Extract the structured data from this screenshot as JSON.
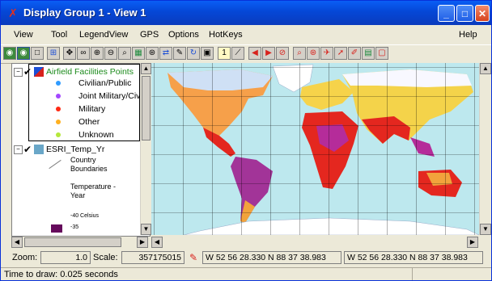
{
  "window": {
    "title": "Display Group 1 - View 1",
    "buttons": {
      "minimize": "_",
      "maximize": "□",
      "close": "✕"
    }
  },
  "menu": [
    "View",
    "Tool",
    "LegendView",
    "GPS",
    "Options",
    "HotKeys"
  ],
  "help": "Help",
  "legend": {
    "layer1_name": "Airfield Facilities Points",
    "layer1_items": [
      {
        "label": "Civilian/Public",
        "color": "#2f9bff"
      },
      {
        "label": "Joint Military/Civilian",
        "color": "#a347ff"
      },
      {
        "label": "Military",
        "color": "#ff2a14"
      },
      {
        "label": "Other",
        "color": "#ffb020"
      },
      {
        "label": "Unknown",
        "color": "#b5e83c"
      }
    ],
    "layer2_name": "ESRI_Temp_Yr",
    "country_label": "Country Boundaries",
    "temp_label": "Temperature - Year",
    "celsius_label": "-40 Celsius",
    "value_label": "-35",
    "swatch_color": "#650a5c"
  },
  "status": {
    "zoom_label": "Zoom:",
    "zoom_value": "1.0",
    "scale_label": "Scale:",
    "scale_value": "357175015",
    "coord1": "W 52 56 28.330  N 88 37 38.983",
    "coord2": "W 52 56 28.330  N 88 37 38.983"
  },
  "draw_time": "Time to draw: 0.025 seconds",
  "colors": {
    "ocean": "#bde8ee",
    "accent": "#0a5ef5"
  }
}
